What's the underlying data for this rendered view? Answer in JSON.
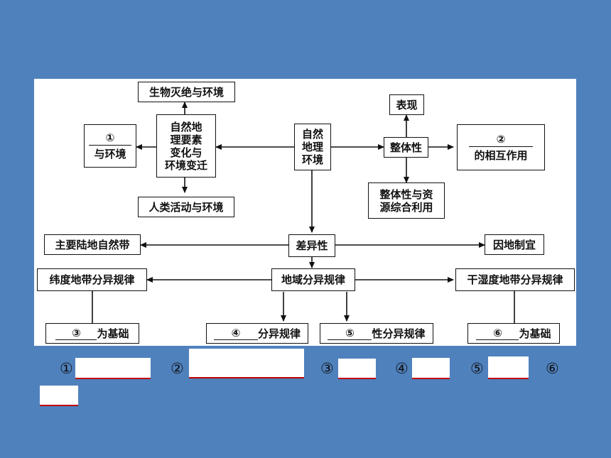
{
  "diagram": {
    "nodes": {
      "extinction": "生物灭绝与环境",
      "env_change": "自然地\n理要素\n变化与\n环境变迁",
      "q1_num": "①",
      "q1_text": "与环境",
      "human": "人类活动与环境",
      "center": "自然\n地理\n环境",
      "performance": "表现",
      "integrity": "整体性",
      "q2_num": "②",
      "q2_text": "的相互作用",
      "resources": "整体性与资\n源综合利用",
      "natural_zones": "主要陆地自然带",
      "difference": "差异性",
      "local": "因地制宜",
      "latitude": "纬度地带分异规律",
      "regional": "地域分异规律",
      "moisture": "干湿度地带分异规律",
      "q3_num": "③",
      "q3_text": "为基础",
      "q4_num": "④",
      "q4_text": "分异规律",
      "q5_num": "⑤",
      "q5_text": "性分异规律",
      "q6_num": "⑥",
      "q6_text": "为基础"
    }
  },
  "answers": {
    "labels": [
      "①",
      "②",
      "③",
      "④",
      "⑤",
      "⑥"
    ]
  }
}
